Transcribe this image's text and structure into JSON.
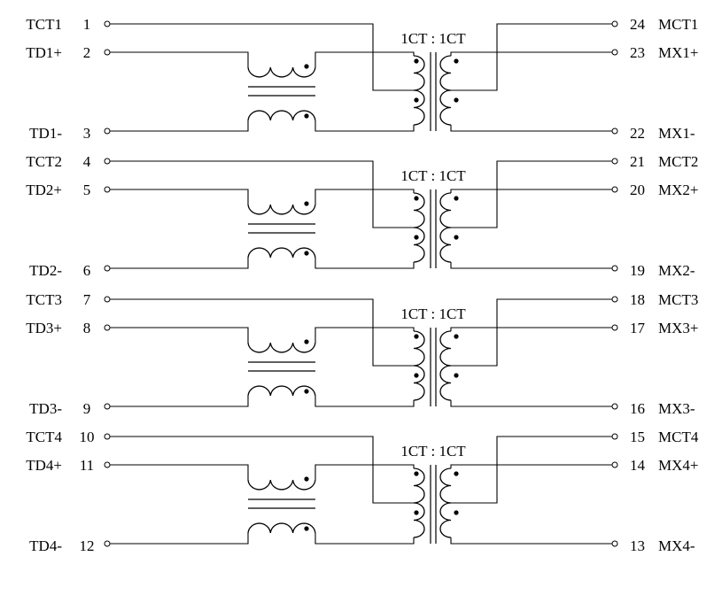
{
  "ratio_label": "1CT : 1CT",
  "channels": [
    {
      "ct": {
        "name": "TCT1",
        "num": "1"
      },
      "pos": {
        "name": "TD1+",
        "num": "2"
      },
      "neg": {
        "name": "TD1-",
        "num": "3"
      },
      "mct": {
        "num": "24",
        "name": "MCT1"
      },
      "mpos": {
        "num": "23",
        "name": "MX1+"
      },
      "mneg": {
        "num": "22",
        "name": "MX1-"
      }
    },
    {
      "ct": {
        "name": "TCT2",
        "num": "4"
      },
      "pos": {
        "name": "TD2+",
        "num": "5"
      },
      "neg": {
        "name": "TD2-",
        "num": "6"
      },
      "mct": {
        "num": "21",
        "name": "MCT2"
      },
      "mpos": {
        "num": "20",
        "name": "MX2+"
      },
      "mneg": {
        "num": "19",
        "name": "MX2-"
      }
    },
    {
      "ct": {
        "name": "TCT3",
        "num": "7"
      },
      "pos": {
        "name": "TD3+",
        "num": "8"
      },
      "neg": {
        "name": "TD3-",
        "num": "9"
      },
      "mct": {
        "num": "18",
        "name": "MCT3"
      },
      "mpos": {
        "num": "17",
        "name": "MX3+"
      },
      "mneg": {
        "num": "16",
        "name": "MX3-"
      }
    },
    {
      "ct": {
        "name": "TCT4",
        "num": "10"
      },
      "pos": {
        "name": "TD4+",
        "num": "11"
      },
      "neg": {
        "name": "TD4-",
        "num": "12"
      },
      "mct": {
        "num": "15",
        "name": "MCT4"
      },
      "mpos": {
        "num": "14",
        "name": "MX4+"
      },
      "mneg": {
        "num": "13",
        "name": "MX4-"
      }
    }
  ]
}
